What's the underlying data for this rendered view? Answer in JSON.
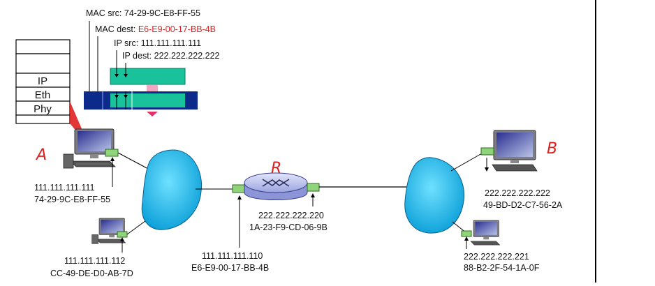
{
  "headers": {
    "mac_src_label": "MAC src:",
    "mac_src_value": "74-29-9C-E8-FF-55",
    "mac_dest_label": "MAC dest:",
    "mac_dest_value": "E6-E9-00-17-BB-4B",
    "ip_src": "IP src: 111.111.111.111",
    "ip_dest": "IP dest: 222.222.222.222"
  },
  "protocol_stack": [
    "IP",
    "Eth",
    "Phy"
  ],
  "hosts": {
    "A": {
      "label": "A",
      "ip": "111.111.111.111",
      "mac": "74-29-9C-E8-FF-55"
    },
    "A2": {
      "ip": "111.111.111.112",
      "mac": "CC-49-DE-D0-AB-7D"
    },
    "B": {
      "label": "B",
      "ip": "222.222.222.222",
      "mac": "49-BD-D2-C7-56-2A"
    },
    "B2": {
      "ip": "222.222.222.221",
      "mac": "88-B2-2F-54-1A-0F"
    }
  },
  "router": {
    "label": "R",
    "left_if": {
      "ip": "111.111.111.110",
      "mac": "E6-E9-00-17-BB-4B"
    },
    "right_if": {
      "ip": "222.222.222.220",
      "mac": "1A-23-F9-CD-06-9B"
    }
  },
  "colors": {
    "accent_red": "#e02020",
    "cloud": "#17b7ec",
    "frame_navy": "#0b2a8a",
    "payload_green": "#19c29a",
    "router_body": "#c9cff4",
    "interface_green": "#8fd47a"
  }
}
